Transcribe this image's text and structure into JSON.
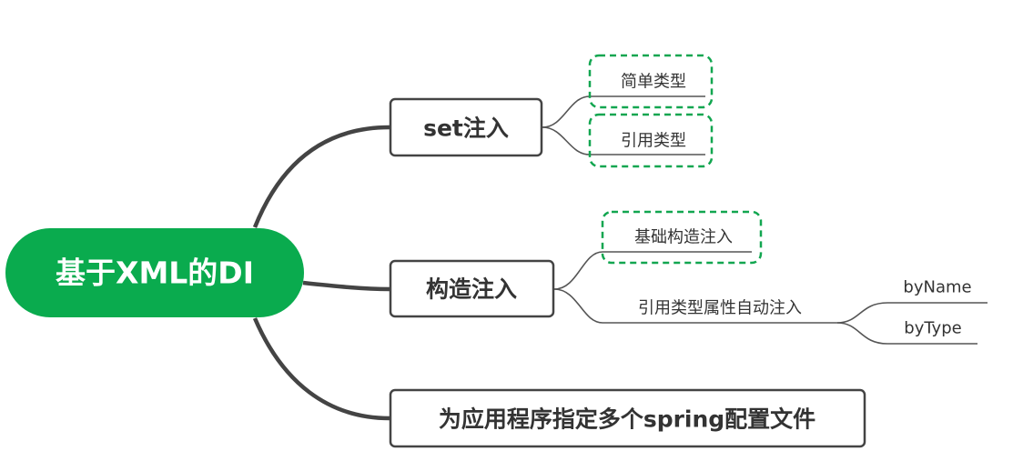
{
  "colors": {
    "root_fill": "#0aab4e",
    "dashed_outline": "#12a650",
    "line": "#444444",
    "box_border": "#444444",
    "text": "#333333"
  },
  "root": {
    "label": "基于XML的DI"
  },
  "branches": [
    {
      "label": "set注入",
      "children": [
        {
          "label": "简单类型",
          "highlighted": true
        },
        {
          "label": "引用类型",
          "highlighted": true
        }
      ]
    },
    {
      "label": "构造注入",
      "children": [
        {
          "label": "基础构造注入",
          "highlighted": true
        },
        {
          "label": "引用类型属性自动注入",
          "highlighted": false,
          "children": [
            {
              "label": "byName"
            },
            {
              "label": "byType"
            }
          ]
        }
      ]
    },
    {
      "label": "为应用程序指定多个spring配置文件",
      "children": []
    }
  ]
}
